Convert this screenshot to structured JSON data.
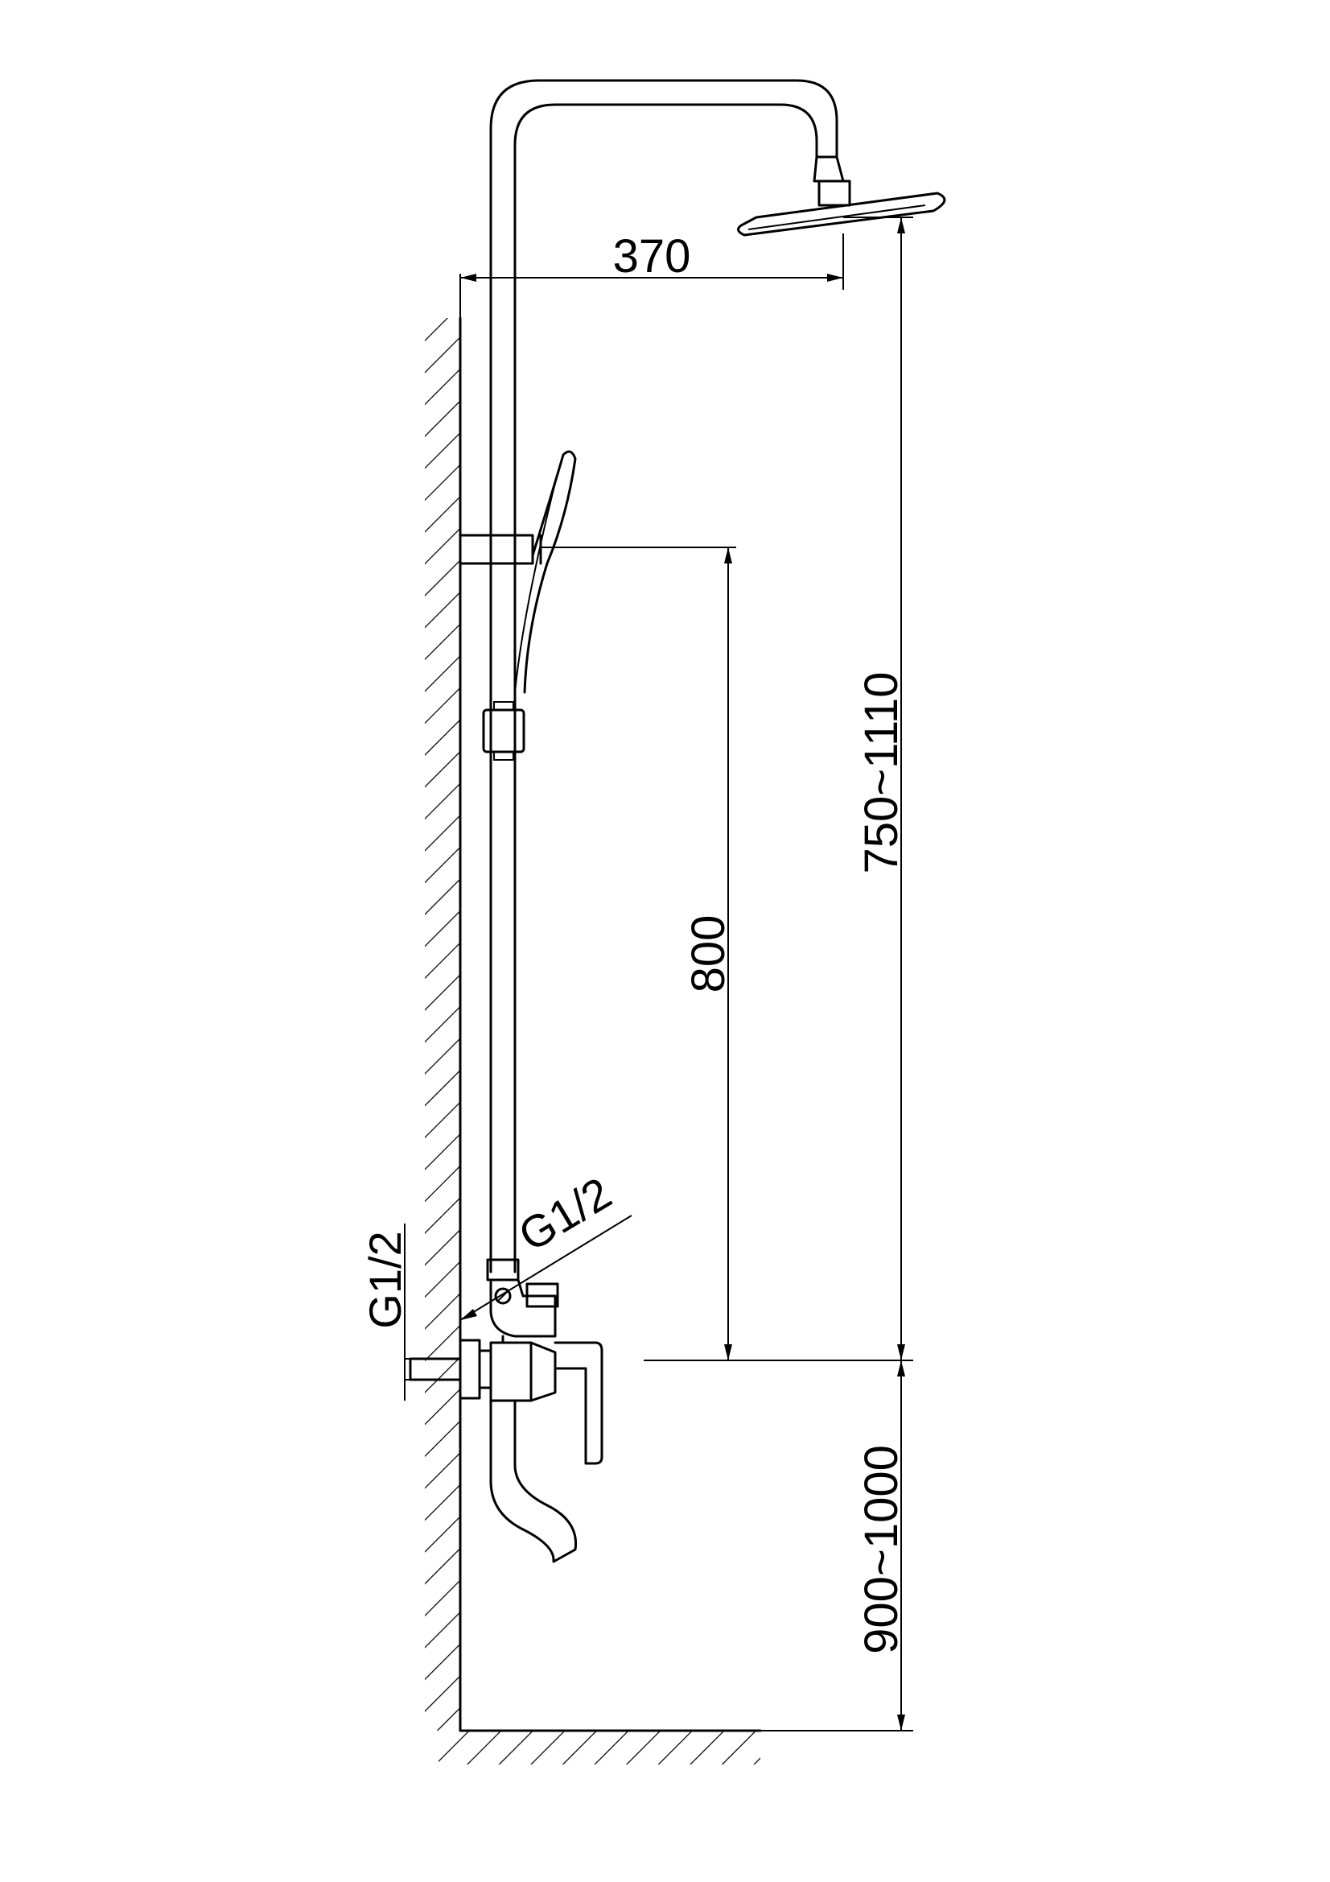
{
  "drawing": {
    "dimensions": {
      "arm_reach": "370",
      "total_height": "750~1110",
      "slide_bar": "800",
      "mixer_height": "900~1000",
      "inlet_thread": "G1/2",
      "hose_thread": "G1/2"
    }
  }
}
